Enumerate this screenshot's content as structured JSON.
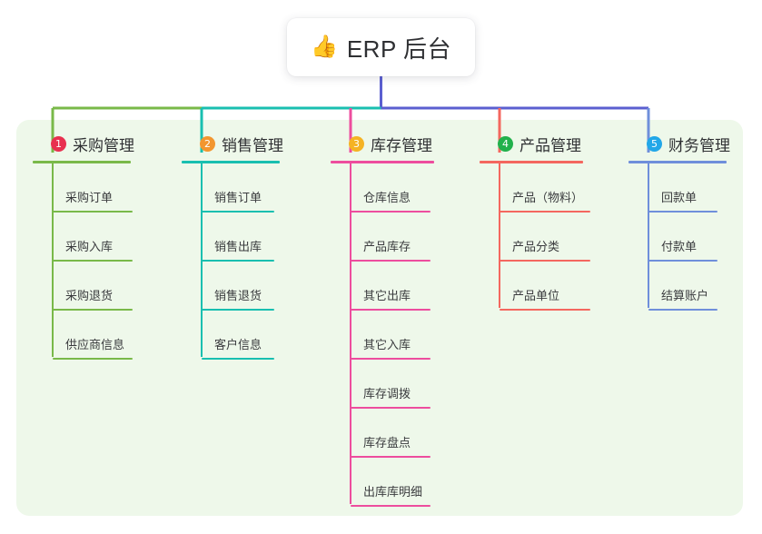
{
  "root": {
    "icon": "thumbs-up-icon",
    "icon_glyph": "👍",
    "title": "ERP 后台"
  },
  "canvas": {
    "background": "#ffffff",
    "panel_background": "#eef8ea"
  },
  "trunk": {
    "color": "#5b5fd0"
  },
  "columns": [
    {
      "number": "1",
      "title": "采购管理",
      "badge_color": "#e8304f",
      "line_color": "#79b949",
      "head_rule_width": 108,
      "leaf_rule_width": 88,
      "items": [
        {
          "label": "采购订单"
        },
        {
          "label": "采购入库"
        },
        {
          "label": "采购退货"
        },
        {
          "label": "供应商信息"
        }
      ]
    },
    {
      "number": "2",
      "title": "销售管理",
      "badge_color": "#f2962f",
      "line_color": "#19bfb0",
      "head_rule_width": 108,
      "leaf_rule_width": 80,
      "items": [
        {
          "label": "销售订单"
        },
        {
          "label": "销售出库"
        },
        {
          "label": "销售退货"
        },
        {
          "label": "客户信息"
        }
      ]
    },
    {
      "number": "3",
      "title": "库存管理",
      "badge_color": "#f5b324",
      "line_color": "#ed4d9e",
      "head_rule_width": 114,
      "leaf_rule_width": 88,
      "items": [
        {
          "label": "仓库信息"
        },
        {
          "label": "产品库存"
        },
        {
          "label": "其它出库"
        },
        {
          "label": "其它入库"
        },
        {
          "label": "库存调拨"
        },
        {
          "label": "库存盘点"
        },
        {
          "label": "出库库明细"
        }
      ]
    },
    {
      "number": "4",
      "title": "产品管理",
      "badge_color": "#22b14c",
      "line_color": "#f4675f",
      "head_rule_width": 114,
      "leaf_rule_width": 100,
      "items": [
        {
          "label": "产品（物料）"
        },
        {
          "label": "产品分类"
        },
        {
          "label": "产品单位"
        }
      ]
    },
    {
      "number": "5",
      "title": "财务管理",
      "badge_color": "#22a7e8",
      "line_color": "#6f8fdb",
      "head_rule_width": 108,
      "leaf_rule_width": 76,
      "items": [
        {
          "label": "回款单"
        },
        {
          "label": "付款单"
        },
        {
          "label": "结算账户"
        }
      ]
    }
  ]
}
